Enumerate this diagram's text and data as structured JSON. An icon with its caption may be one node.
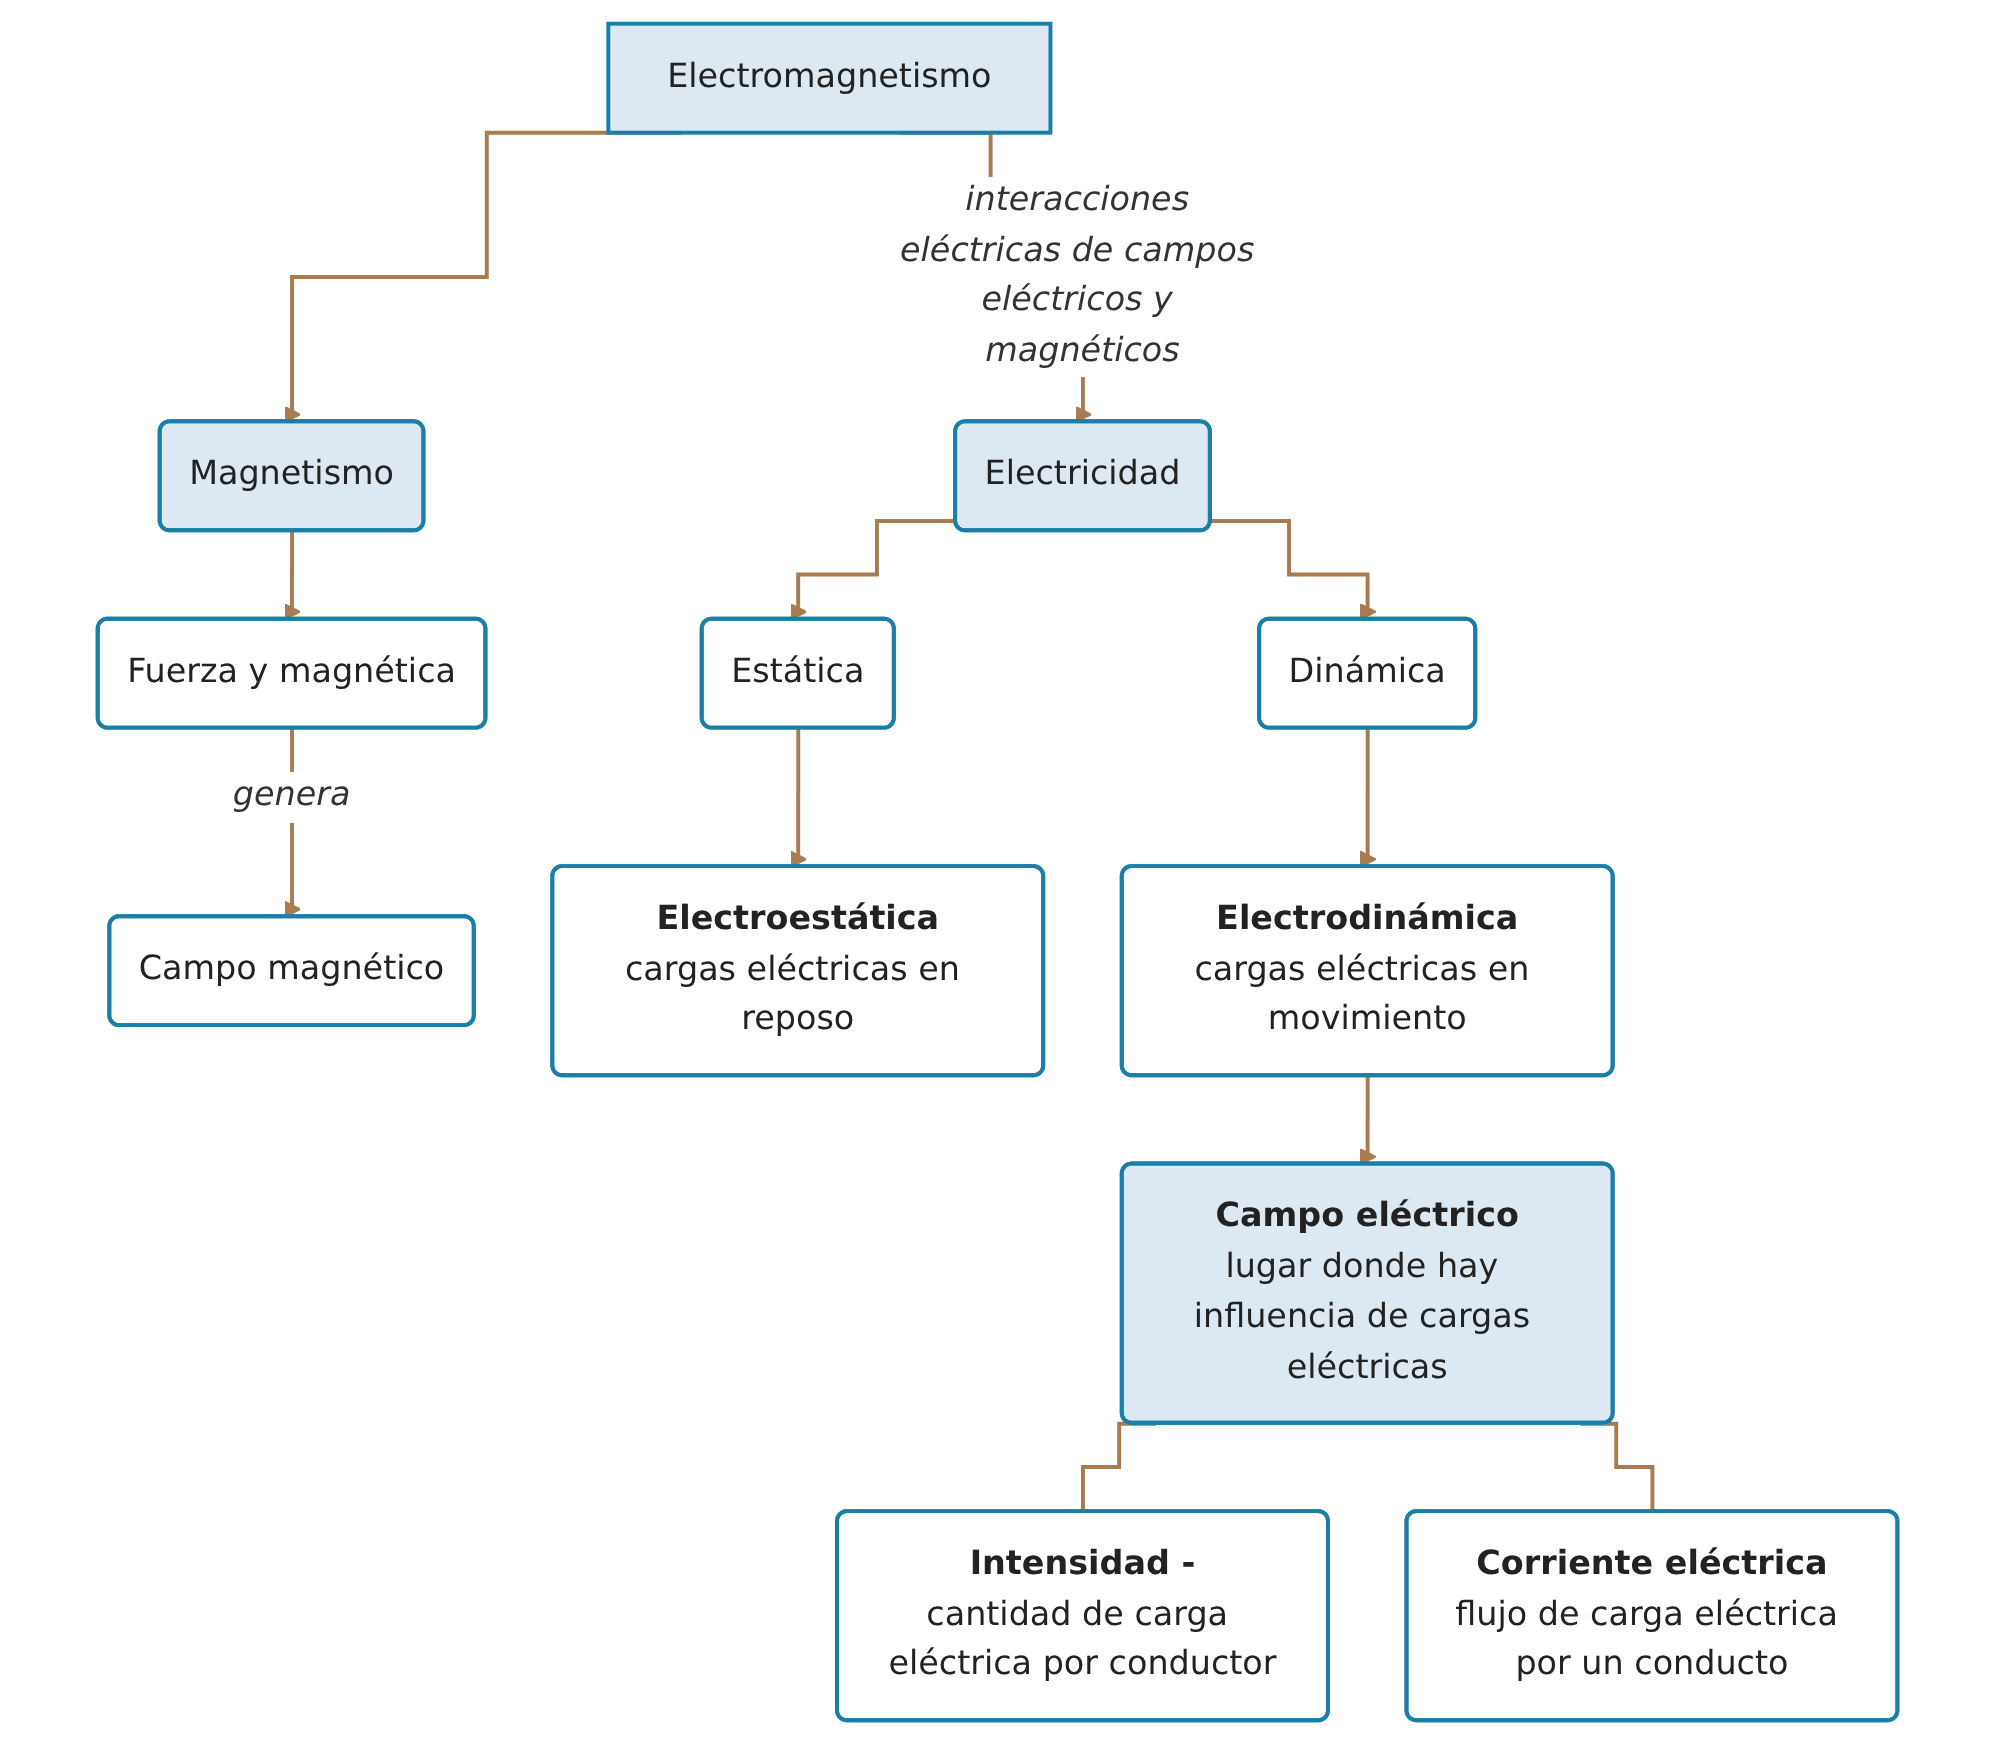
{
  "diagram": {
    "nodes": [
      {
        "text": [
          "Electromagnetismo"
        ]
      },
      {
        "text": [
          "Electricidad"
        ]
      },
      {
        "text": [
          "Magnetismo"
        ]
      },
      {
        "text": [
          "Estática"
        ]
      },
      {
        "text": [
          "Dinámica"
        ]
      },
      {
        "text": [
          "Fuerza y magnética"
        ]
      },
      {
        "text": [
          "Campo magnético"
        ]
      },
      {
        "text": [
          "Electroestática",
          "cargas eléctricas en reposo"
        ]
      },
      {
        "text": [
          "Electrodinámica",
          "cargas eléctricas en movimiento"
        ]
      },
      {
        "text": [
          "Campo eléctrico",
          "lugar donde hay influencia de cargas eléctricas"
        ]
      },
      {
        "text": [
          "Intensidad -",
          "cantidad de carga eléctrica por conductor"
        ]
      },
      {
        "text": [
          "Corriente eléctrica",
          "flujo de carga eléctrica por un conducto"
        ]
      }
    ],
    "edges": [
      {
        "from": 0,
        "to": 1,
        "arrow": "to",
        "label": "interacciones eléctricas de campos eléctricos y magnéticos"
      },
      {
        "from": 0,
        "to": 2,
        "arrow": "to"
      },
      {
        "from": 1,
        "to": 3,
        "arrow": "to"
      },
      {
        "from": 1,
        "to": 4,
        "arrow": "to"
      },
      {
        "from": 2,
        "to": 5,
        "arrow": "to"
      },
      {
        "from": 5,
        "to": 6,
        "arrow": "to",
        "label": "genera"
      },
      {
        "from": 3,
        "to": 7,
        "arrow": "to"
      },
      {
        "from": 4,
        "to": 8,
        "arrow": "to"
      },
      {
        "from": 8,
        "to": 9,
        "arrow": "to"
      },
      {
        "from": 9,
        "to": 10,
        "arrow": "none"
      },
      {
        "from": 9,
        "to": 11,
        "arrow": "none"
      }
    ]
  }
}
